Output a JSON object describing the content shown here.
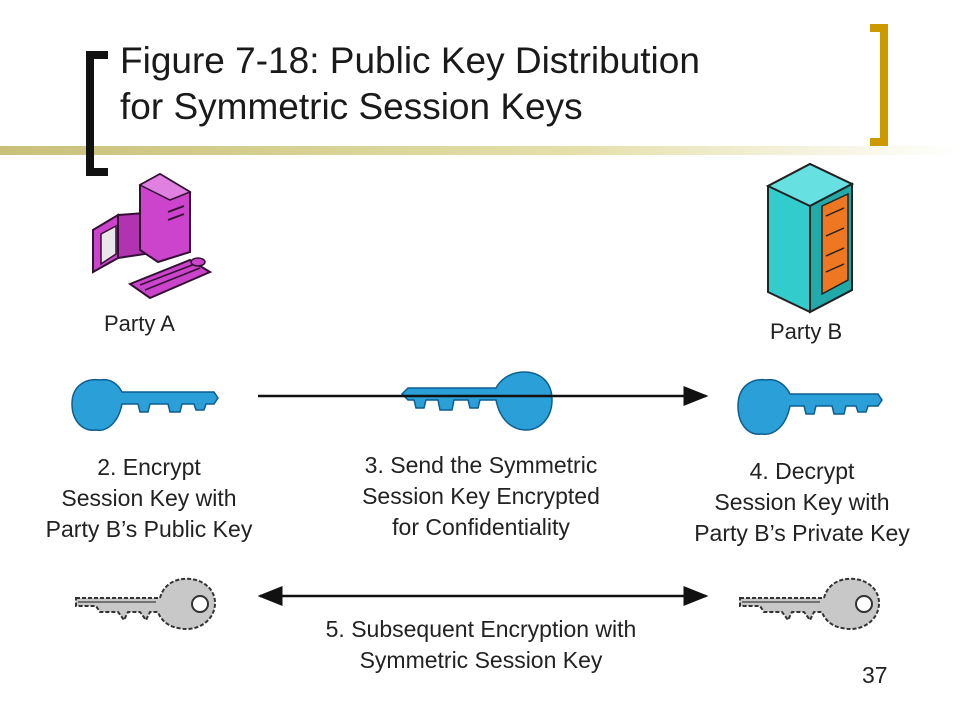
{
  "slide": {
    "title_line1": "Figure 7-18: Public Key Distribution",
    "title_line2": "for Symmetric Session Keys",
    "page_number": "37"
  },
  "colors": {
    "accent_gold": "#cc9900",
    "title_underline": "#d8d48a",
    "public_key_blue": "#2a9fd8",
    "session_key_gray": "#c0c0c0",
    "computer_magenta": "#cc44cc",
    "server_cyan": "#33cccc",
    "server_orange": "#ee7722"
  },
  "parties": {
    "a": {
      "label": "Party A",
      "icon": "computer-icon"
    },
    "b": {
      "label": "Party B",
      "icon": "server-icon"
    }
  },
  "steps": {
    "step2": {
      "line1": "2. Encrypt",
      "line2": "Session Key with",
      "line3": "Party B’s Public Key"
    },
    "step3": {
      "line1": "3. Send the Symmetric",
      "line2": "Session Key Encrypted",
      "line3": "for Confidentiality"
    },
    "step4": {
      "line1": "4. Decrypt",
      "line2": "Session Key with",
      "line3": "Party B’s Private Key"
    },
    "step5": {
      "line1": "5. Subsequent Encryption with",
      "line2": "Symmetric Session Key"
    }
  }
}
